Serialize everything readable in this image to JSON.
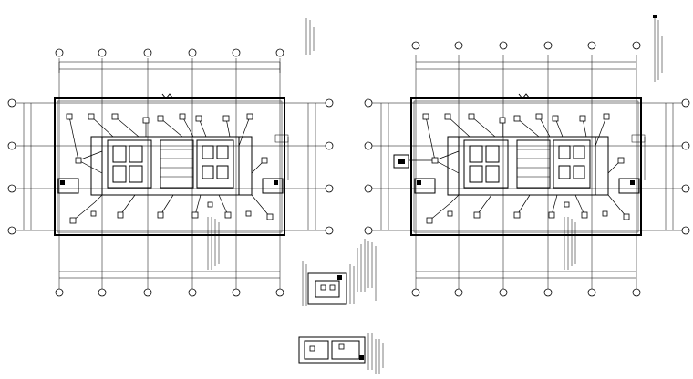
{
  "drawing": {
    "background": "#ffffff",
    "line_color": "#000000"
  },
  "plans": [
    {
      "id": "plan-left",
      "axis_bubbles_horizontal": [
        "",
        "",
        "",
        "",
        "",
        ""
      ],
      "axis_bubbles_vertical": [
        "",
        "",
        "",
        ""
      ],
      "title_vertical": "",
      "note_vertical": ""
    },
    {
      "id": "plan-right",
      "axis_bubbles_horizontal": [
        "",
        "",
        "",
        "",
        "",
        ""
      ],
      "axis_bubbles_vertical": [
        "",
        "",
        "",
        ""
      ],
      "title_vertical": "",
      "note_vertical": ""
    }
  ],
  "detail_blocks": [
    {
      "id": "detail-upper"
    },
    {
      "id": "detail-lower"
    }
  ]
}
